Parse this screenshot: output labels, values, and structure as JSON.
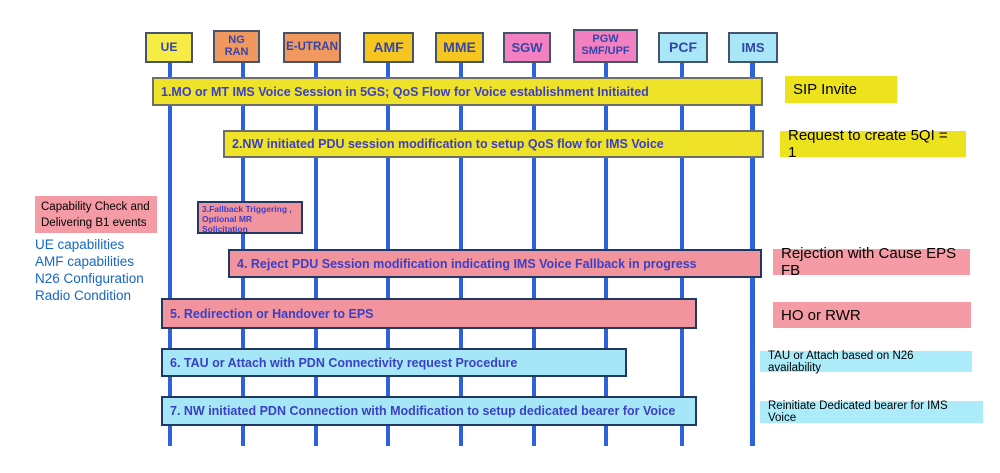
{
  "entities": [
    {
      "label": "UE"
    },
    {
      "label": "NG\nRAN"
    },
    {
      "label": "E-UTRAN"
    },
    {
      "label": "AMF"
    },
    {
      "label": "MME"
    },
    {
      "label": "SGW"
    },
    {
      "label": "PGW\nSMF/UPF"
    },
    {
      "label": "PCF"
    },
    {
      "label": "IMS"
    }
  ],
  "steps": [
    {
      "label": "1.MO or MT IMS Voice Session in 5GS; QoS Flow for Voice establishment Initiaited"
    },
    {
      "label": "2.NW initiated PDU session modification to setup QoS flow for IMS Voice"
    },
    {
      "label": "3.Fallback Triggering ,\nOptional MR\nSolicitation"
    },
    {
      "label": "4. Reject PDU Session modification indicating IMS Voice Fallback in progress"
    },
    {
      "label": "5. Redirection or Handover to EPS"
    },
    {
      "label": "6. TAU or Attach with PDN Connectivity request Procedure"
    },
    {
      "label": "7. NW initiated PDN Connection with Modification to setup dedicated bearer for Voice"
    }
  ],
  "side_labels": [
    {
      "label": "SIP Invite"
    },
    {
      "label": "Request to create 5QI = 1"
    },
    {
      "label": "Rejection with Cause EPS FB"
    },
    {
      "label": "HO or RWR"
    },
    {
      "label": "TAU or Attach based on N26 availability"
    },
    {
      "label": "Reinitiate Dedicated bearer for IMS Voice"
    }
  ],
  "left_note": {
    "label": "Capability Check and\nDelivering B1 events"
  },
  "left_list": [
    {
      "label": "UE capabilities"
    },
    {
      "label": "AMF capabilities"
    },
    {
      "label": "N26 Configuration"
    },
    {
      "label": "Radio Condition"
    }
  ],
  "colors": {
    "bar_yellow": "#EFE32A",
    "bar_pink": "#F2949E",
    "bar_cyan": "#A5E7F7",
    "entity_orange": "#F19860",
    "entity_gold": "#F6C620",
    "entity_pink": "#F380C0",
    "entity_yellow": "#F7EC45",
    "entity_cyan": "#A9E6F8",
    "lifeline_blue": "#2E62DC",
    "bar_text_blue": "#3B3FC4"
  }
}
